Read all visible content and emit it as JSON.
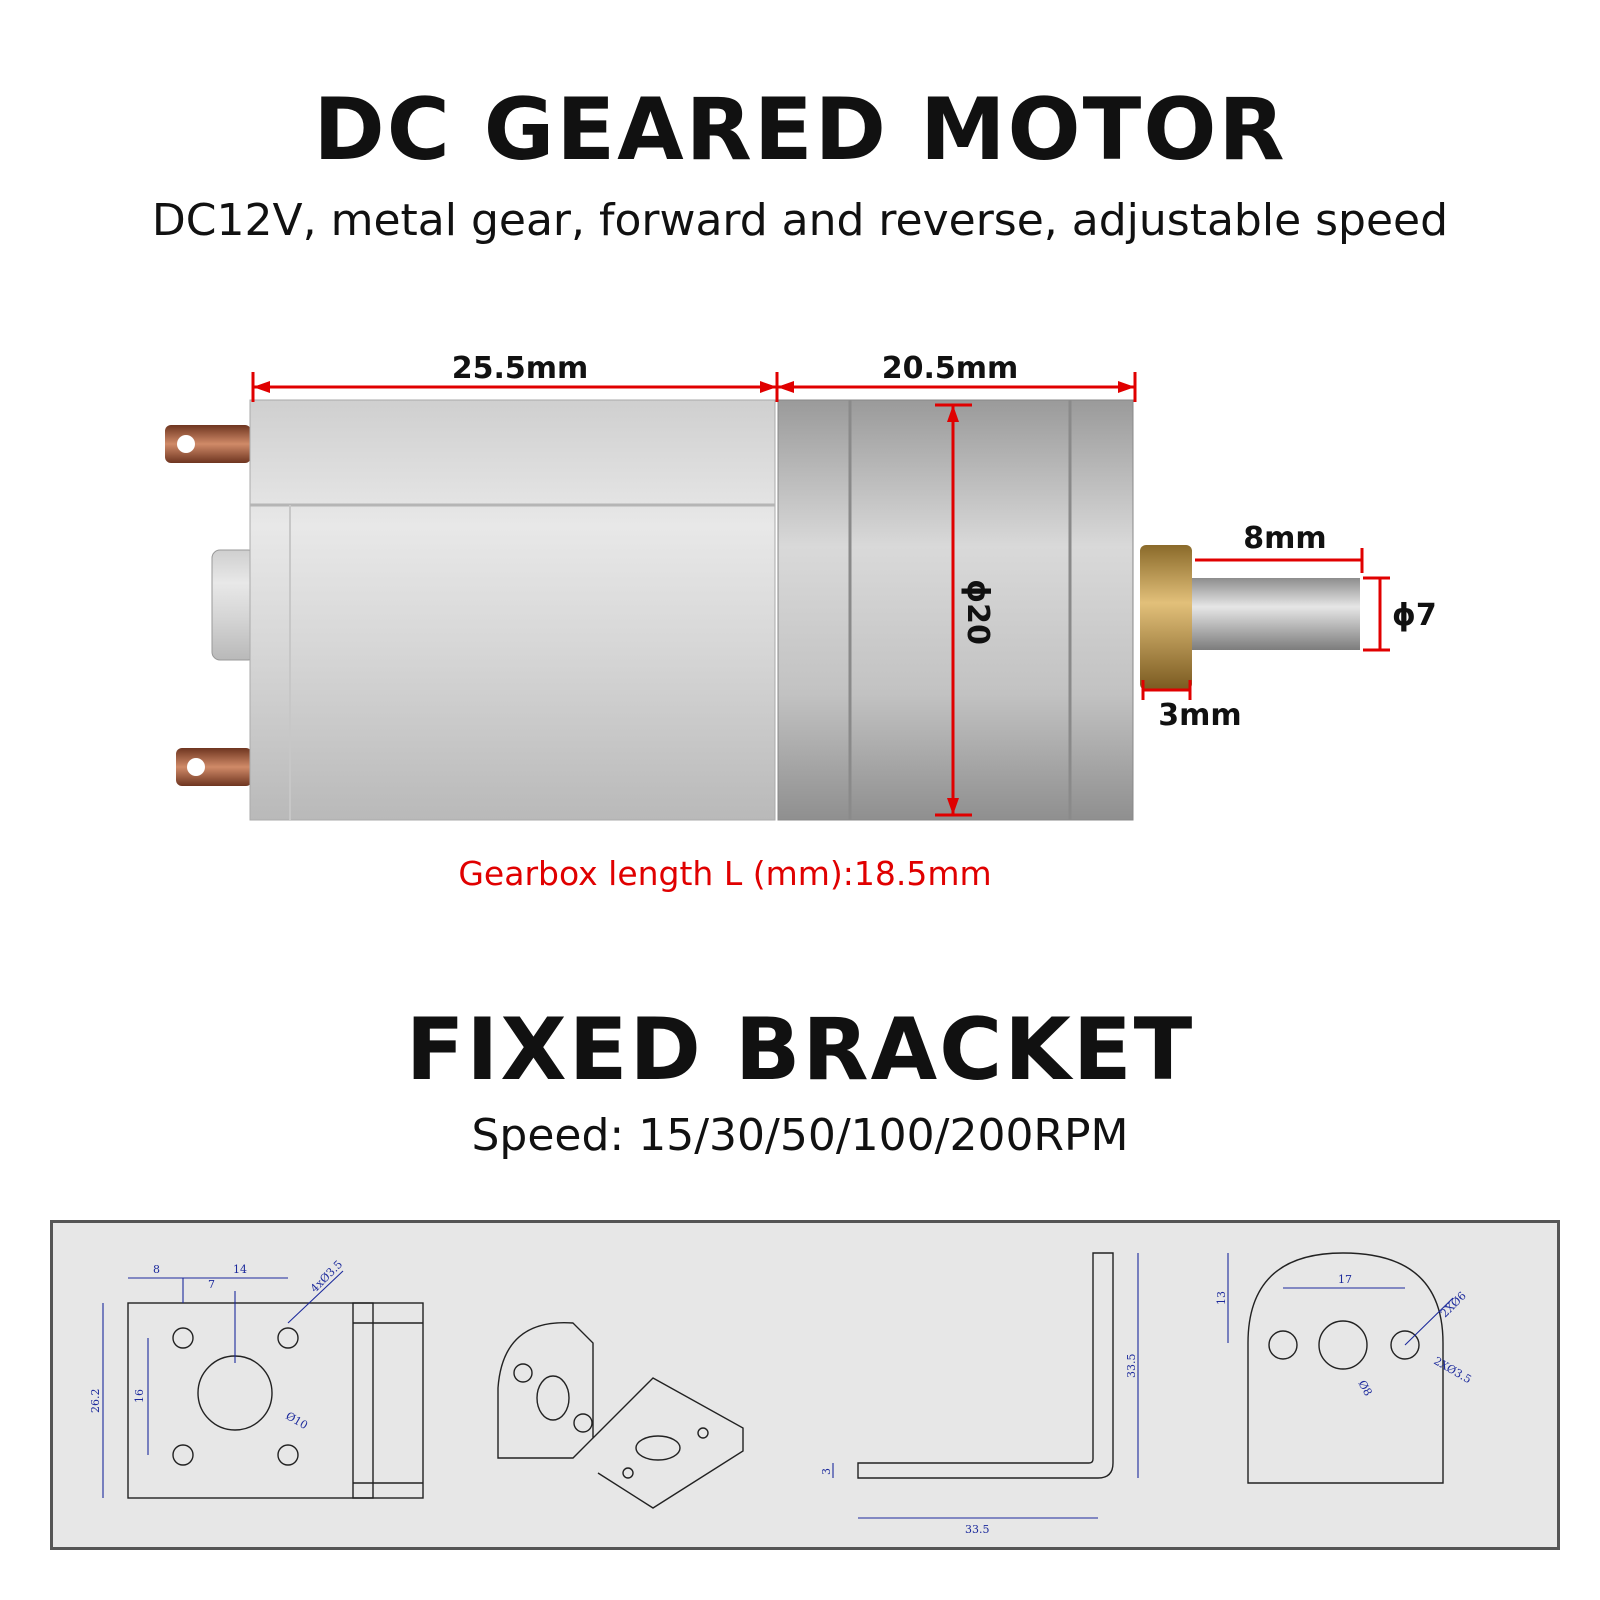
{
  "header": {
    "title": "DC GEARED MOTOR",
    "subtitle": "DC12V, metal gear, forward and reverse, adjustable speed"
  },
  "motor_diagram": {
    "dim_motor_length": "25.5mm",
    "dim_gearbox_length": "20.5mm",
    "dim_diameter": "ϕ20",
    "dim_shaft_length": "8mm",
    "dim_shaft_diameter": "ϕ7",
    "dim_bushing": "3mm",
    "gearbox_note": "Gearbox length L (mm):18.5mm"
  },
  "bracket_section": {
    "title": "FIXED BRACKET",
    "subtitle": "Speed: 15/30/50/100/200RPM"
  },
  "bracket_drawing": {
    "front": {
      "d8": "8",
      "d14": "14",
      "d7": "7",
      "hole": "4xØ3.5",
      "h26": "26.2",
      "h16": "16",
      "center": "Ø10"
    },
    "side": {
      "h33": "33.5",
      "t3": "3",
      "w33": "33.5"
    },
    "end": {
      "h13": "13",
      "w17": "17",
      "slot": "2XØ6",
      "hole": "2XØ3.5",
      "center": "Ø8"
    }
  },
  "colors": {
    "dimension_red": "#e00000",
    "cad_blue": "#1c2a9c",
    "panel_bg": "#e7e7e7"
  }
}
